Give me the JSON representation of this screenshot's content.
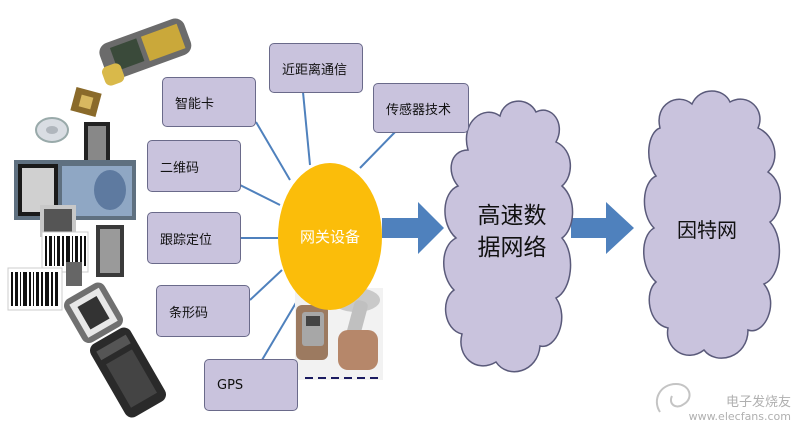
{
  "diagram": {
    "device_boxes": [
      {
        "id": "smartcard",
        "label": "智能卡"
      },
      {
        "id": "nfc",
        "label": "近距离通信"
      },
      {
        "id": "sensor",
        "label": "传感器技术"
      },
      {
        "id": "qrcode",
        "label": "二维码"
      },
      {
        "id": "tracking",
        "label": "跟踪定位"
      },
      {
        "id": "barcode",
        "label": "条形码"
      },
      {
        "id": "gps",
        "label": "GPS"
      }
    ],
    "hub_label": "网关设备",
    "cloud_network_label_line1": "高速数",
    "cloud_network_label_line2": "据网络",
    "cloud_internet_label": "因特网",
    "watermark_line1": "电子发烧友",
    "watermark_line2": "www.elecfans.com",
    "colors": {
      "box_fill": "#c9c3dd",
      "hub_fill": "#fbbd0a",
      "cloud_fill": "#c9c3dd",
      "arrow_fill": "#4f81bd",
      "connector": "#4f81bd"
    }
  }
}
